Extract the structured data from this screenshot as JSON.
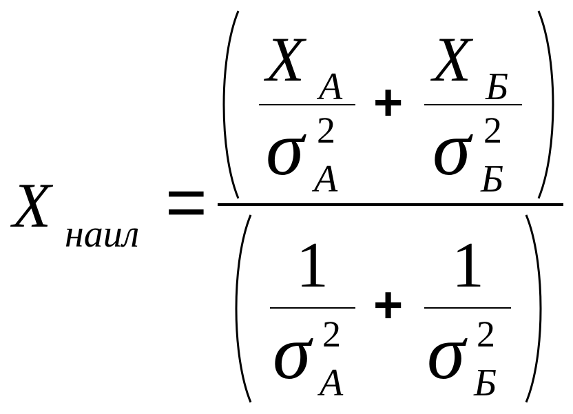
{
  "formula": {
    "lhs": {
      "symbol": "X",
      "subscript": "наил"
    },
    "equals": "=",
    "numerator": {
      "term_a": {
        "numerator_symbol": "X",
        "numerator_subscript": "А",
        "denominator_symbol": "σ",
        "denominator_superscript": "2",
        "denominator_subscript": "А"
      },
      "operator": "+",
      "term_b": {
        "numerator_symbol": "X",
        "numerator_subscript": "Б",
        "denominator_symbol": "σ",
        "denominator_superscript": "2",
        "denominator_subscript": "Б"
      }
    },
    "denominator": {
      "term_a": {
        "numerator": "1",
        "denominator_symbol": "σ",
        "denominator_superscript": "2",
        "denominator_subscript": "А"
      },
      "operator": "+",
      "term_b": {
        "numerator": "1",
        "denominator_symbol": "σ",
        "denominator_superscript": "2",
        "denominator_subscript": "Б"
      }
    }
  }
}
